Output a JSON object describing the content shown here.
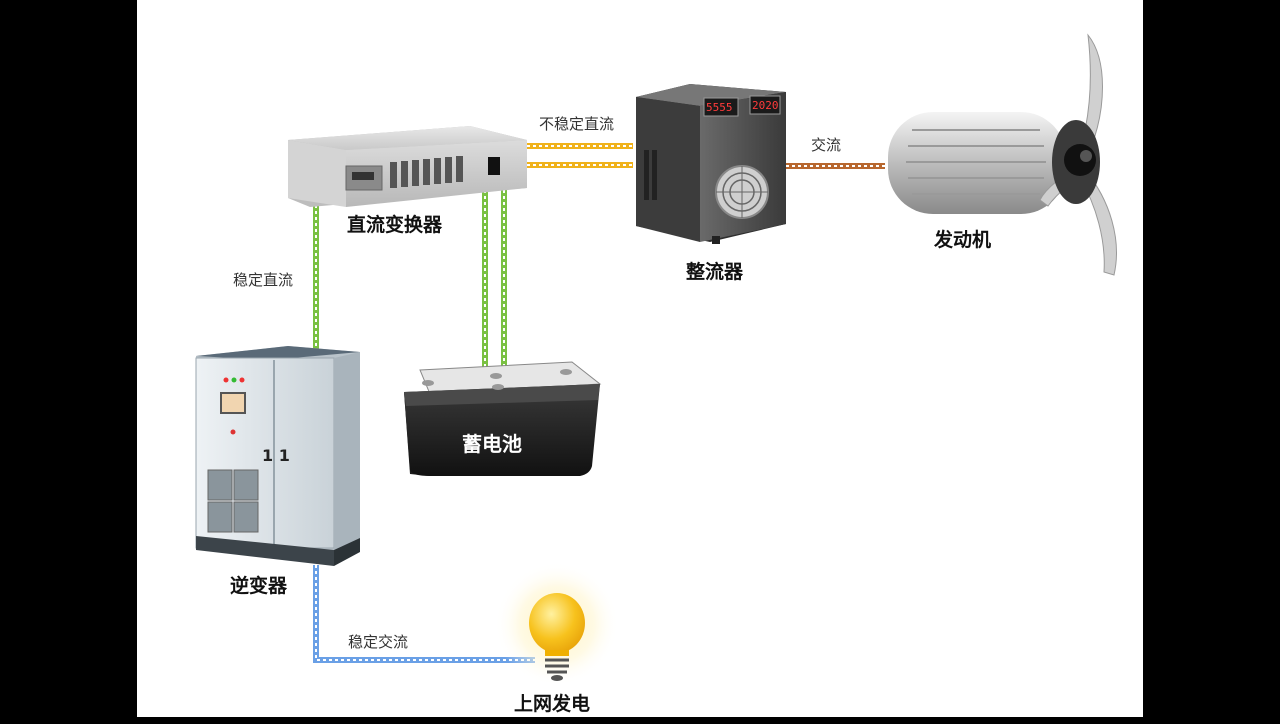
{
  "components": {
    "dc_converter": "直流变换器",
    "rectifier": "整流器",
    "generator": "发动机",
    "battery": "蓄电池",
    "inverter": "逆变器",
    "grid": "上网发电"
  },
  "connections": {
    "unstable_dc": "不稳定直流",
    "ac": "交流",
    "stable_dc": "稳定直流",
    "stable_ac": "稳定交流"
  },
  "rectifier_display": {
    "left": "5555",
    "right": "2020"
  },
  "inverter_handle": "1 1",
  "colors": {
    "background": "#000000",
    "canvas": "#ffffff",
    "unstable_dc_line": "#f0b21a",
    "ac_line": "#b8672e",
    "stable_dc_line": "#7ac142",
    "stable_ac_line": "#6aa0e6",
    "bulb": "#f7c21d"
  },
  "icons": {
    "dc_converter": "rack-unit-icon",
    "rectifier": "power-supply-icon",
    "generator": "wind-turbine-generator-icon",
    "battery": "battery-icon",
    "inverter": "electrical-cabinet-icon",
    "grid": "light-bulb-icon"
  }
}
